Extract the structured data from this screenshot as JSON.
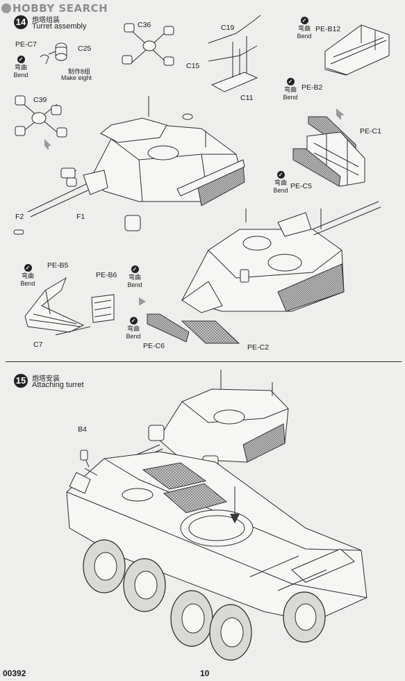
{
  "watermark": {
    "text": "HOBBY SEARCH"
  },
  "footer": {
    "product_code": "00392",
    "page_number": "10"
  },
  "step14": {
    "number": "14",
    "title_cn": "炮塔组装",
    "title_en": "Turret assembly",
    "labels": {
      "pe_c7": "PE-C7",
      "c25": "C25",
      "c36": "C36",
      "c19": "C19",
      "c15": "C15",
      "c11": "C11",
      "pe_b12": "PE-B12",
      "pe_b2": "PE-B2",
      "c39": "C39",
      "pe_c1": "PE-C1",
      "pe_c5": "PE-C5",
      "f2": "F2",
      "f1": "F1",
      "pe_b5": "PE-B5",
      "pe_b6": "PE-B6",
      "c7": "C7",
      "pe_c6": "PE-C6",
      "pe_c2": "PE-C2"
    },
    "make_eight_cn": "制作8组",
    "make_eight_en": "Make eight",
    "bend_cn": "弯曲",
    "bend_en": "Bend"
  },
  "step15": {
    "number": "15",
    "title_cn": "炮塔安装",
    "title_en": "Attaching turret",
    "labels": {
      "b4": "B4"
    }
  }
}
